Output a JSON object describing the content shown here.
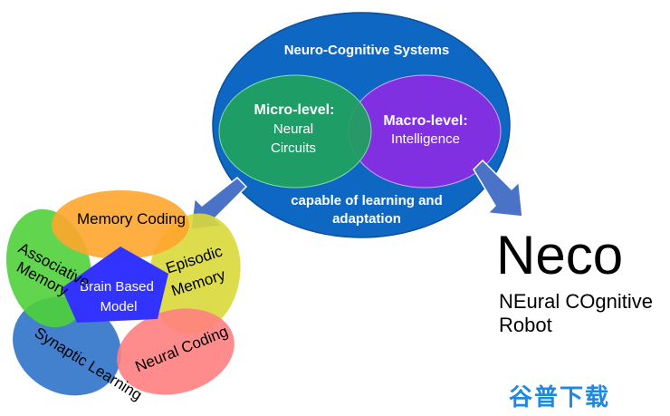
{
  "neuro": {
    "title": "Neuro-Cognitive Systems",
    "micro": {
      "heading": "Micro-level:",
      "line1": "Neural",
      "line2": "Circuits"
    },
    "macro": {
      "heading": "Macro-level:",
      "line1": "Intelligence"
    },
    "caption_line1": "capable of learning and",
    "caption_line2": "adaptation"
  },
  "brain": {
    "center_line1": "Brain Based",
    "center_line2": "Model",
    "memory_coding": "Memory Coding",
    "associative_line1": "Associative",
    "associative_line2": "Memory",
    "episodic_line1": "Episodic",
    "episodic_line2": "Memory",
    "synaptic": "Synaptic Learning",
    "neural_coding": "Neural Coding"
  },
  "neco": {
    "title": "Neco",
    "subtitle_line1": "NEural COgnitive",
    "subtitle_line2": "Robot"
  },
  "watermark": "谷普下载",
  "colors": {
    "outer_blue": "#0f67c4",
    "micro_green": "#1fa35d",
    "macro_purple": "#8a2be2",
    "arrow_blue": "#4a73c8",
    "memory_orange": "#ffa52e",
    "associative_green": "#4fd03a",
    "episodic_yellow": "#d8d83a",
    "synaptic_blue": "#2f72c8",
    "neural_pink": "#ff8080",
    "center_blue": "#3333ff"
  }
}
